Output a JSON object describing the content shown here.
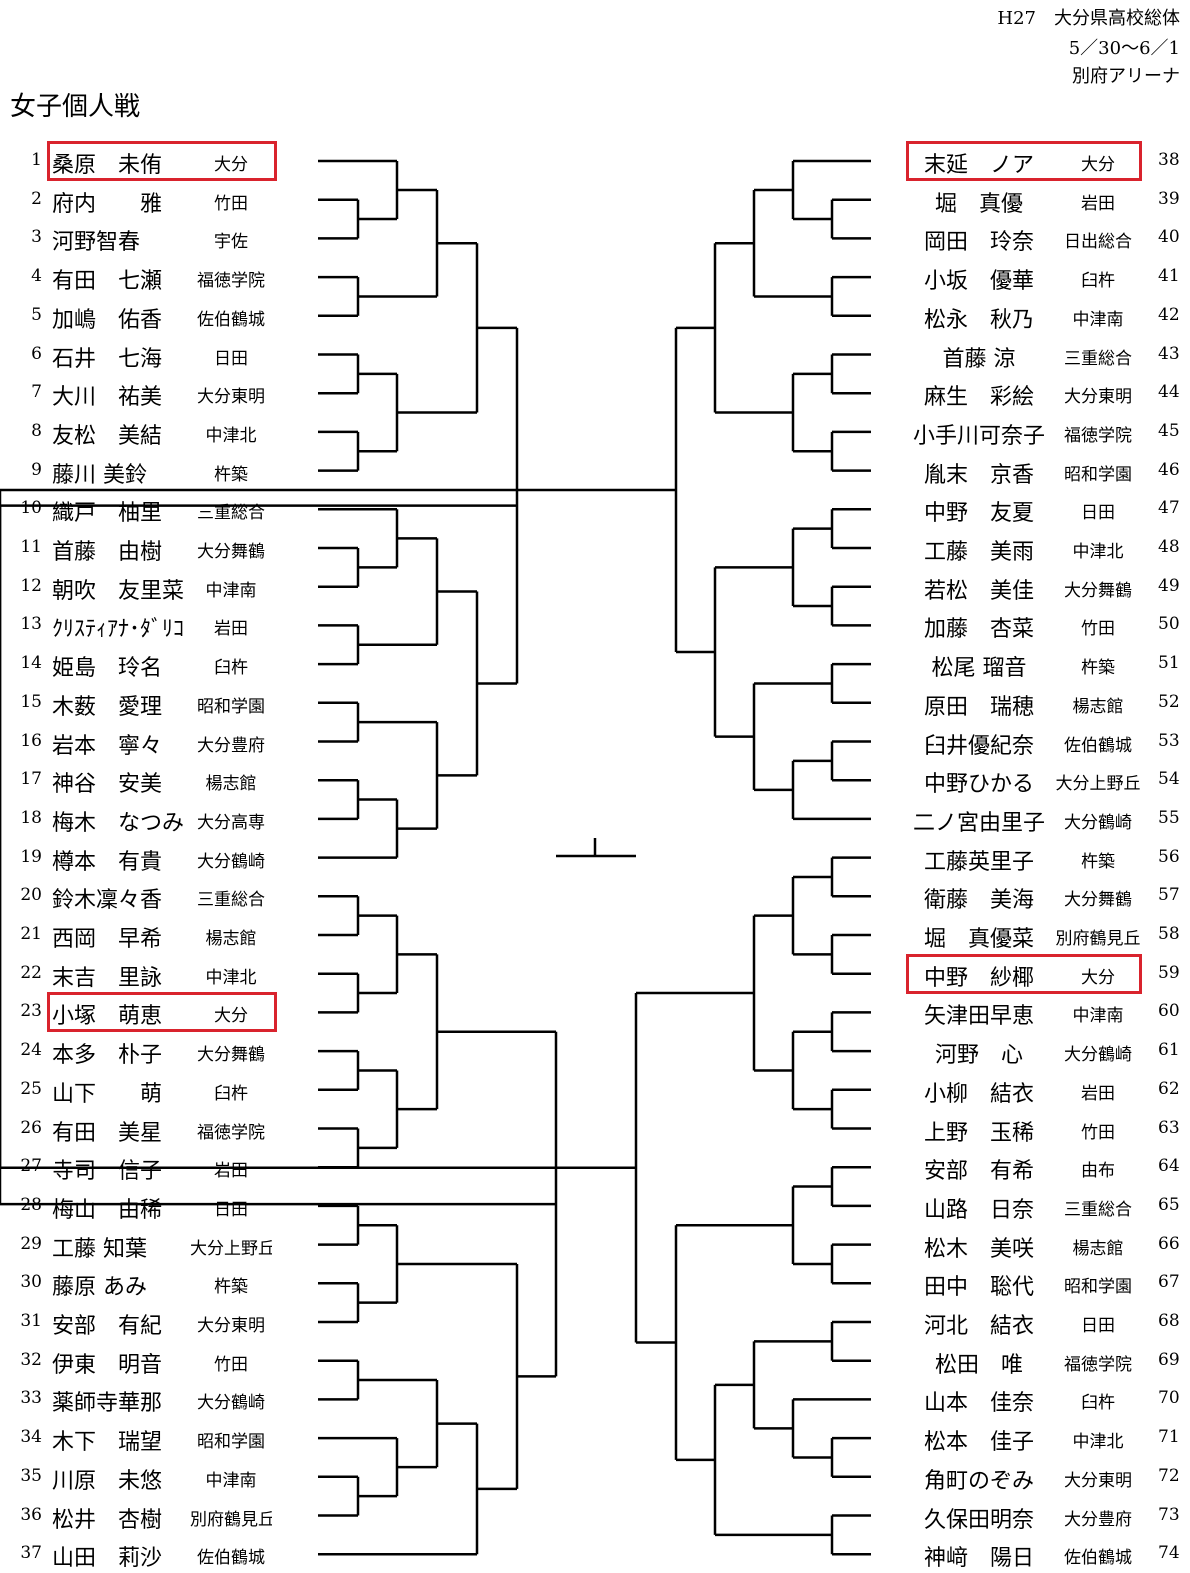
{
  "header": {
    "event": "H27　大分県高校総体",
    "dates": "5／30～6／1",
    "venue": "別府アリーナ",
    "title": "女子個人戦"
  },
  "left_players": [
    {
      "no": "1",
      "name": "桑原　未侑",
      "school": "大分",
      "highlight": true
    },
    {
      "no": "2",
      "name": "府内　　雅",
      "school": "竹田"
    },
    {
      "no": "3",
      "name": "河野智春",
      "school": "宇佐"
    },
    {
      "no": "4",
      "name": "有田　七瀬",
      "school": "福徳学院"
    },
    {
      "no": "5",
      "name": "加嶋　佑香",
      "school": "佐伯鶴城"
    },
    {
      "no": "6",
      "name": "石井　七海",
      "school": "日田"
    },
    {
      "no": "7",
      "name": "大川　祐美",
      "school": "大分東明"
    },
    {
      "no": "8",
      "name": "友松　美結",
      "school": "中津北"
    },
    {
      "no": "9",
      "name": "藤川 美鈴",
      "school": "杵築"
    },
    {
      "no": "10",
      "name": "織戸　柚里",
      "school": "三重総合"
    },
    {
      "no": "11",
      "name": "首藤　由樹",
      "school": "大分舞鶴"
    },
    {
      "no": "12",
      "name": "朝吹　友里菜",
      "school": "中津南"
    },
    {
      "no": "13",
      "name": "ｸﾘｽﾃｨｱﾅ･ﾀﾞﾘｺ",
      "school": "岩田"
    },
    {
      "no": "14",
      "name": "姫島　玲名",
      "school": "臼杵"
    },
    {
      "no": "15",
      "name": "木薮　愛理",
      "school": "昭和学園"
    },
    {
      "no": "16",
      "name": "岩本　寧々",
      "school": "大分豊府"
    },
    {
      "no": "17",
      "name": "神谷　安美",
      "school": "楊志館"
    },
    {
      "no": "18",
      "name": "梅木　なつみ",
      "school": "大分高専"
    },
    {
      "no": "19",
      "name": "樽本　有貴",
      "school": "大分鶴崎"
    },
    {
      "no": "20",
      "name": "鈴木凜々香",
      "school": "三重総合"
    },
    {
      "no": "21",
      "name": "西岡　早希",
      "school": "楊志館"
    },
    {
      "no": "22",
      "name": "末吉　里詠",
      "school": "中津北"
    },
    {
      "no": "23",
      "name": "小塚　萌恵",
      "school": "大分",
      "highlight": true
    },
    {
      "no": "24",
      "name": "本多　朴子",
      "school": "大分舞鶴"
    },
    {
      "no": "25",
      "name": "山下　　萌",
      "school": "臼杵"
    },
    {
      "no": "26",
      "name": "有田　美星",
      "school": "福徳学院"
    },
    {
      "no": "27",
      "name": "寺司　信子",
      "school": "岩田"
    },
    {
      "no": "28",
      "name": "梅山　由稀",
      "school": "日田"
    },
    {
      "no": "29",
      "name": "工藤 知葉",
      "school": "大分上野丘"
    },
    {
      "no": "30",
      "name": "藤原 あみ",
      "school": "杵築"
    },
    {
      "no": "31",
      "name": "安部　有紀",
      "school": "大分東明"
    },
    {
      "no": "32",
      "name": "伊東　明音",
      "school": "竹田"
    },
    {
      "no": "33",
      "name": "薬師寺華那",
      "school": "大分鶴崎"
    },
    {
      "no": "34",
      "name": "木下　瑞望",
      "school": "昭和学園"
    },
    {
      "no": "35",
      "name": "川原　未悠",
      "school": "中津南"
    },
    {
      "no": "36",
      "name": "松井　杏樹",
      "school": "別府鶴見丘"
    },
    {
      "no": "37",
      "name": "山田　莉沙",
      "school": "佐伯鶴城"
    }
  ],
  "right_players": [
    {
      "no": "38",
      "name": "末延　ノア",
      "school": "大分",
      "highlight": true
    },
    {
      "no": "39",
      "name": "堀　真優",
      "school": "岩田"
    },
    {
      "no": "40",
      "name": "岡田　玲奈",
      "school": "日出総合"
    },
    {
      "no": "41",
      "name": "小坂　優華",
      "school": "臼杵"
    },
    {
      "no": "42",
      "name": "松永　秋乃",
      "school": "中津南"
    },
    {
      "no": "43",
      "name": "首藤 涼",
      "school": "三重総合"
    },
    {
      "no": "44",
      "name": "麻生　彩絵",
      "school": "大分東明"
    },
    {
      "no": "45",
      "name": "小手川可奈子",
      "school": "福徳学院"
    },
    {
      "no": "46",
      "name": "胤末　京香",
      "school": "昭和学園"
    },
    {
      "no": "47",
      "name": "中野　友夏",
      "school": "日田"
    },
    {
      "no": "48",
      "name": "工藤　美雨",
      "school": "中津北"
    },
    {
      "no": "49",
      "name": "若松　美佳",
      "school": "大分舞鶴"
    },
    {
      "no": "50",
      "name": "加藤　杏菜",
      "school": "竹田"
    },
    {
      "no": "51",
      "name": "松尾 瑠音",
      "school": "杵築"
    },
    {
      "no": "52",
      "name": "原田　瑞穂",
      "school": "楊志館"
    },
    {
      "no": "53",
      "name": "臼井優紀奈",
      "school": "佐伯鶴城"
    },
    {
      "no": "54",
      "name": "中野ひかる",
      "school": "大分上野丘"
    },
    {
      "no": "55",
      "name": "二ノ宮由里子",
      "school": "大分鶴崎"
    },
    {
      "no": "56",
      "name": "工藤英里子",
      "school": "杵築"
    },
    {
      "no": "57",
      "name": "衛藤　美海",
      "school": "大分舞鶴"
    },
    {
      "no": "58",
      "name": "堀　真優菜",
      "school": "別府鶴見丘"
    },
    {
      "no": "59",
      "name": "中野　紗椰",
      "school": "大分",
      "highlight": true
    },
    {
      "no": "60",
      "name": "矢津田早恵",
      "school": "中津南"
    },
    {
      "no": "61",
      "name": "河野　心",
      "school": "大分鶴崎"
    },
    {
      "no": "62",
      "name": "小柳　結衣",
      "school": "岩田"
    },
    {
      "no": "63",
      "name": "上野　玉稀",
      "school": "竹田"
    },
    {
      "no": "64",
      "name": "安部　有希",
      "school": "由布"
    },
    {
      "no": "65",
      "name": "山路　日奈",
      "school": "三重総合"
    },
    {
      "no": "66",
      "name": "松木　美咲",
      "school": "楊志館"
    },
    {
      "no": "67",
      "name": "田中　聡代",
      "school": "昭和学園"
    },
    {
      "no": "68",
      "name": "河北　結衣",
      "school": "日田"
    },
    {
      "no": "69",
      "name": "松田　唯",
      "school": "福徳学院"
    },
    {
      "no": "70",
      "name": "山本　佳奈",
      "school": "臼杵"
    },
    {
      "no": "71",
      "name": "松本　佳子",
      "school": "中津北"
    },
    {
      "no": "72",
      "name": "角町のぞみ",
      "school": "大分東明"
    },
    {
      "no": "73",
      "name": "久保田明奈",
      "school": "大分豊府"
    },
    {
      "no": "74",
      "name": "神﨑　陽日",
      "school": "佐伯鶴城"
    }
  ]
}
